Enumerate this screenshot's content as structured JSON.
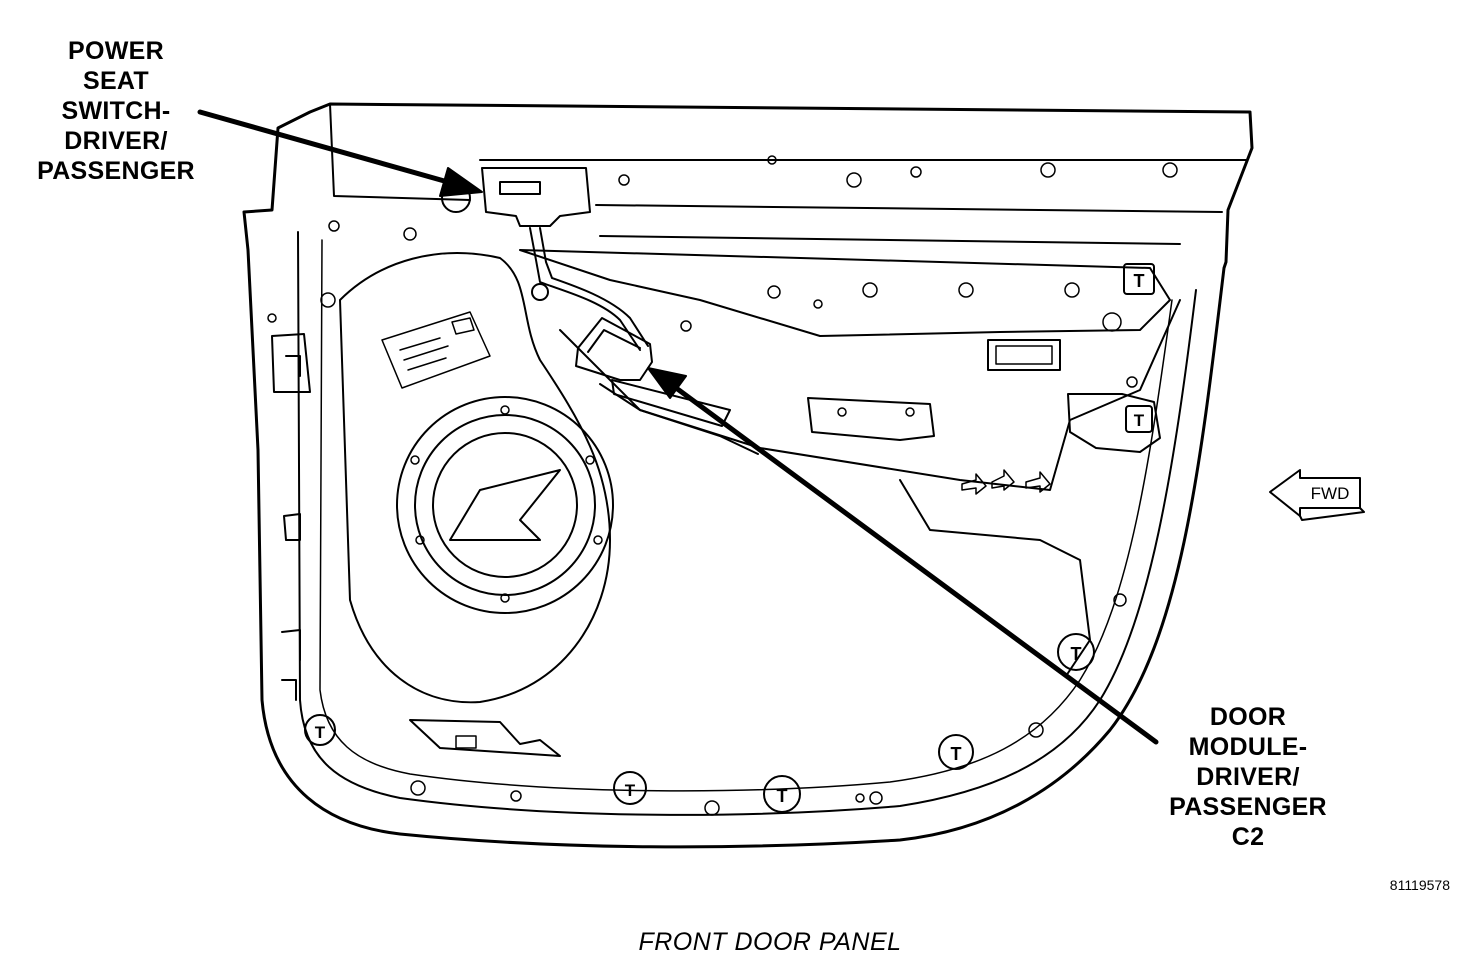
{
  "callouts": {
    "power_seat_switch": [
      "POWER",
      "SEAT",
      "SWITCH-",
      "DRIVER/",
      "PASSENGER"
    ],
    "door_module": [
      "DOOR",
      "MODULE-",
      "DRIVER/",
      "PASSENGER",
      "C2"
    ]
  },
  "direction_marker": "FWD",
  "figure_number": "81119578",
  "caption": "FRONT DOOR PANEL",
  "fastener_mark": "T"
}
